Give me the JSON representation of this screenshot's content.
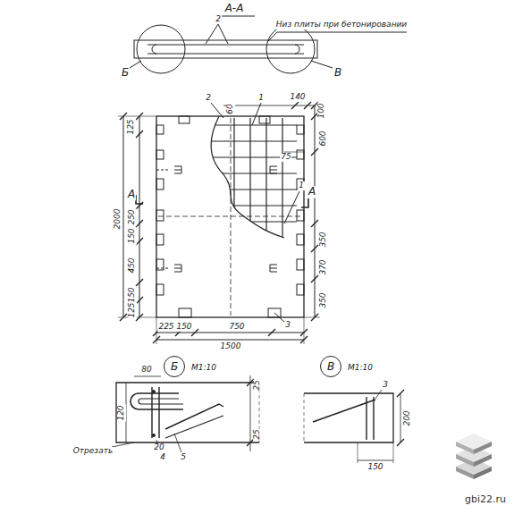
{
  "diagram": {
    "nodes": [
      {
        "text": [
          "Б"
        ]
      },
      {
        "text": [
          "В"
        ]
      }
    ],
    "labels": [
      "А-А",
      "2",
      "Низ плиты при бетонировании",
      "Б",
      "В",
      "2",
      "1",
      "140",
      "60",
      "100",
      "125",
      "600",
      "75",
      "1",
      "А",
      "А",
      "2000",
      "250",
      "150",
      "450",
      "150",
      "125",
      "350",
      "370",
      "350",
      "225",
      "150",
      "750",
      "1500",
      "3",
      "М1:10",
      "80",
      "25",
      "120",
      "25",
      "20",
      "Отрезать",
      "4",
      "5",
      "М1:10",
      "3",
      "200",
      "150",
      "gbi22.ru"
    ]
  }
}
